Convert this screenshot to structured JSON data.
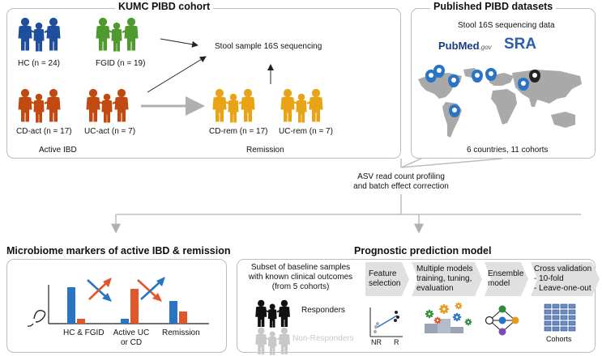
{
  "kumc": {
    "title": "KUMC PIBD cohort",
    "hc": "HC (n = 24)",
    "fgid": "FGID (n = 19)",
    "cd_act": "CD-act (n = 17)",
    "uc_act": "UC-act (n = 7)",
    "active_ibd": "Active IBD",
    "cd_rem": "CD-rem (n = 17)",
    "uc_rem": "UC-rem (n = 7)",
    "remission": "Remission",
    "stool": "Stool sample 16S sequencing"
  },
  "published": {
    "title": "Published PIBD datasets",
    "subtitle": "Stool 16S sequencing data",
    "pubmed_pub": "Pub",
    "pubmed_med": "Med",
    "pubmed_gov": ".gov",
    "sra": "SRA",
    "countries": "6 countries, 11 cohorts"
  },
  "process": {
    "line1": "ASV read count profiling",
    "line2": "and batch effect correction"
  },
  "markers": {
    "title": "Microbiome markers of active IBD & remission",
    "g1": "HC & FGID",
    "g2a": "Active UC",
    "g2b": "or CD",
    "g3": "Remission"
  },
  "prognostic": {
    "title": "Prognostic prediction model",
    "subset1": "Subset of baseline samples",
    "subset2": "with known clinical outcomes",
    "subset3": "(from 5 cohorts)",
    "responders": "Responders",
    "non_responders": "Non-Responders",
    "step1a": "Feature",
    "step1b": "selection",
    "step2a": "Multiple models",
    "step2b": "training, tuning,",
    "step2c": "evaluation",
    "step3a": "Ensemble",
    "step3b": "model",
    "step4a": "Cross validation",
    "step4b": "- 10-fold",
    "step4c": "- Leave-one-out",
    "nr": "NR",
    "r": "R",
    "cohorts": "Cohorts"
  },
  "colors": {
    "hc": "#1f4e9c",
    "fgid": "#4e9a2e",
    "active": "#c04a12",
    "remission": "#e8a317",
    "bar_blue": "#2a74c4",
    "bar_orange": "#e2572a",
    "pin": "#2a74c4",
    "map": "#a9a9a9"
  }
}
